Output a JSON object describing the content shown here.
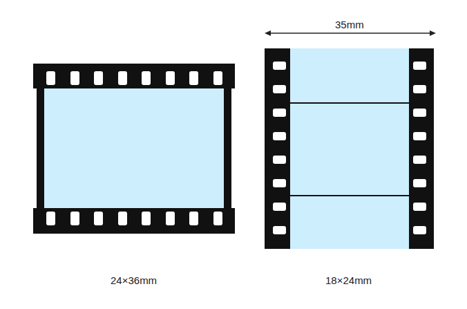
{
  "diagram": {
    "labels": [
      "35mm",
      "24×36mm",
      "18×24mm"
    ]
  }
}
